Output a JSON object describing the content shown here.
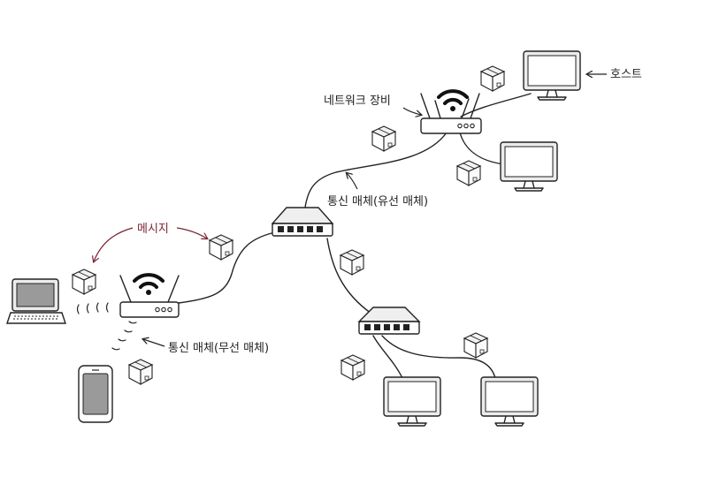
{
  "labels": {
    "host": "호스트",
    "network_device": "네트워크 장비",
    "wired_medium": "통신 매체(유선 매체)",
    "message": "메시지",
    "wireless_medium": "통신 매체(무선 매체)"
  },
  "colors": {
    "ink": "#222222",
    "message_arrow": "#7a2434",
    "screen_fill": "#ececec",
    "phone_screen": "#9a9a9a"
  }
}
